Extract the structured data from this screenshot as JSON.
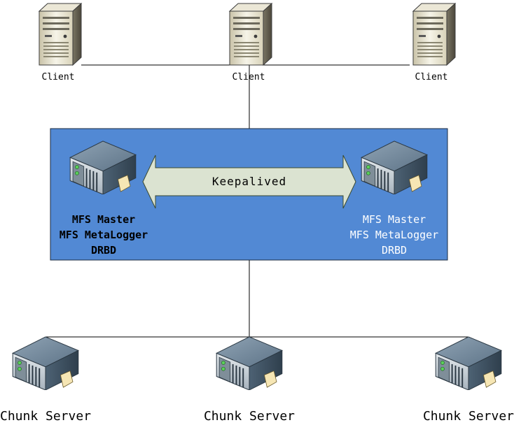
{
  "clients": [
    {
      "label": "Client"
    },
    {
      "label": "Client"
    },
    {
      "label": "Client"
    }
  ],
  "cluster": {
    "fill_color": "#5289d4",
    "arrow_fill_color": "#dbe3d1",
    "heartbeat_label": "Keepalived",
    "master_left": {
      "lines": [
        "MFS Master",
        "MFS MetaLogger",
        "DRBD"
      ],
      "text_color": "#000000"
    },
    "master_right": {
      "lines": [
        "MFS Master",
        "MFS MetaLogger",
        "DRBD"
      ],
      "text_color": "#ffffff"
    }
  },
  "chunk_servers": [
    {
      "label": "Chunk Server"
    },
    {
      "label": "Chunk Server"
    },
    {
      "label": "Chunk Server"
    }
  ],
  "icons": {
    "client": "desktop-tower-icon",
    "server": "rack-server-icon"
  }
}
